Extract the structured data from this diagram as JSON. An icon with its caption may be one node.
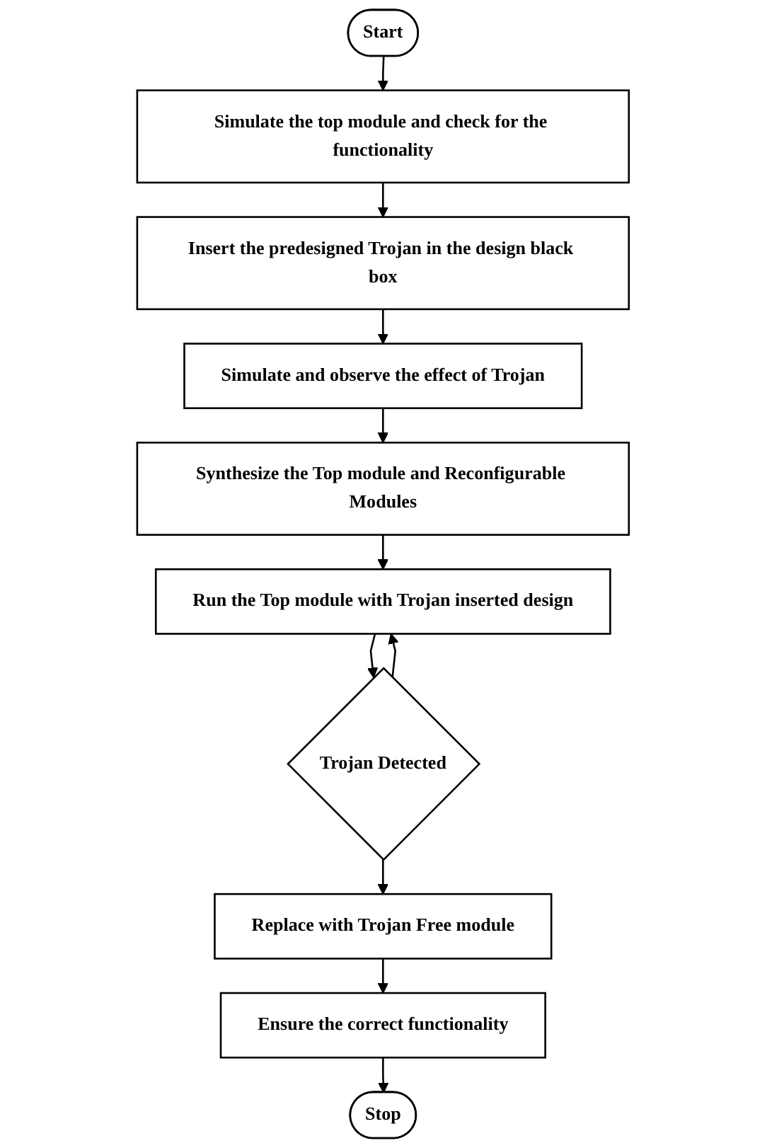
{
  "diagram": {
    "nodes": [
      {
        "text": [
          "Start"
        ]
      },
      {
        "text": [
          "Simulate the top module and check for the functionality"
        ]
      },
      {
        "text": [
          "Insert the predesigned Trojan in the design black box"
        ]
      },
      {
        "text": [
          "Simulate and observe the effect of Trojan"
        ]
      },
      {
        "text": [
          "Synthesize the Top module and Reconfigurable Modules"
        ]
      },
      {
        "text": [
          "Run the Top module with Trojan inserted design"
        ]
      },
      {
        "text": [
          "Trojan Detected"
        ]
      },
      {
        "text": [
          "Replace with Trojan Free module"
        ]
      },
      {
        "text": [
          "Ensure the correct functionality"
        ]
      },
      {
        "text": [
          "Stop"
        ]
      }
    ],
    "edges": [
      {
        "from": 0,
        "to": 1,
        "arrow": "to"
      },
      {
        "from": 1,
        "to": 2,
        "arrow": "to"
      },
      {
        "from": 2,
        "to": 3,
        "arrow": "to"
      },
      {
        "from": 3,
        "to": 4,
        "arrow": "to"
      },
      {
        "from": 4,
        "to": 5,
        "arrow": "to"
      },
      {
        "from": 6,
        "to": 5,
        "arrow": "to"
      },
      {
        "from": 5,
        "to": 6,
        "arrow": "to"
      },
      {
        "from": 6,
        "to": 7,
        "arrow": "to"
      },
      {
        "from": 7,
        "to": 8,
        "arrow": "to"
      },
      {
        "from": 8,
        "to": 9,
        "arrow": "to"
      }
    ]
  }
}
